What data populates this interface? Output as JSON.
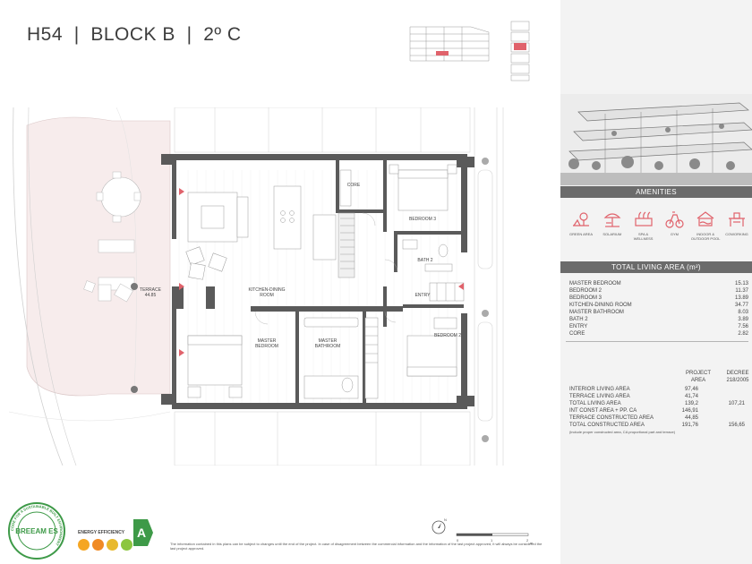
{
  "header": {
    "unit": "H54",
    "block": "BLOCK B",
    "floor": "2º C",
    "separator": "|"
  },
  "plan": {
    "rooms": {
      "core": "CORE",
      "bedroom3": "BEDROOM 3",
      "bath2": "BATH 2",
      "kitchen_dining_line1": "KITCHEN-DINING",
      "kitchen_dining_line2": "ROOM",
      "entry": "ENTRY",
      "terrace": "TERRACE",
      "terrace_area": "44.85",
      "master_bedroom_line1": "MASTER",
      "master_bedroom_line2": "BEDROOM",
      "master_bathroom_line1": "MASTER",
      "master_bathroom_line2": "BATHROOM",
      "bedroom2": "BEDROOM 2"
    }
  },
  "sidebar": {
    "amenities_title": "AMENITIES",
    "amenities": [
      {
        "label": "GREEN AREA",
        "icon": "green-area-icon"
      },
      {
        "label": "SOLARIUM",
        "icon": "solarium-icon"
      },
      {
        "label": "SPA & WELLNESS",
        "icon": "spa-icon"
      },
      {
        "label": "GYM",
        "icon": "gym-icon"
      },
      {
        "label": "INDOOR & OUTDOOR POOL",
        "icon": "pool-icon"
      },
      {
        "label": "COWORKING",
        "icon": "coworking-icon"
      }
    ],
    "living_area_title": "TOTAL LIVING AREA (m²)",
    "living_areas": [
      {
        "label": "MASTER BEDROOM",
        "value": "15.13"
      },
      {
        "label": "BEDROOM 2",
        "value": "11.37"
      },
      {
        "label": "BEDROOM 3",
        "value": "13.89"
      },
      {
        "label": "KITCHEN-DINING ROOM",
        "value": "34.77"
      },
      {
        "label": "MASTER BATHROOM",
        "value": "8.03"
      },
      {
        "label": "BATH 2",
        "value": "3.89"
      },
      {
        "label": "ENTRY",
        "value": "7.56"
      },
      {
        "label": "CORE",
        "value": "2.82"
      }
    ],
    "project_area_head": [
      "PROJECT",
      "AREA"
    ],
    "decree_head": [
      "DECREE",
      "218/2005"
    ],
    "constructed": [
      {
        "label": "INTERIOR LIVING AREA",
        "project": "97,46",
        "decree": ""
      },
      {
        "label": "TERRACE LIVING AREA",
        "project": "41,74",
        "decree": ""
      },
      {
        "label": "TOTAL LIVING AREA",
        "project": "139,2",
        "decree": "107,21"
      },
      {
        "label": "INT CONST AREA + PP. CA",
        "project": "146,91",
        "decree": ""
      },
      {
        "label": "TERRACE CONSTRUCTED AREA",
        "project": "44,85",
        "decree": ""
      },
      {
        "label": "TOTAL CONSTRUCTED AREA",
        "project": "191,76",
        "decree": "156,65"
      }
    ],
    "constructed_note": "(include proper constructed area, CA proportional part and terrace)"
  },
  "footer": {
    "breeam_text": "BREEAM ES",
    "breeam_ring": "CODE FOR A SUSTAINABLE BUILT ENVIRONMENT",
    "energy_label": "ENERGY EFFICIENCY",
    "energy_class": "A",
    "compass_label": "N",
    "scale_labels": [
      "0",
      "1",
      "2"
    ],
    "scale_unit": "m",
    "disclaimer": "The information contained in this plans can be subject to changes until the end of the project. In case of disagreement between the commercial information and the information of the last project approved, it will always be considered the last project approved."
  },
  "colors": {
    "accent": "#e0626b",
    "sidebar_bg": "#f3f3f3",
    "bar_bg": "#6b6b6b",
    "wall": "#5a5a5a",
    "terrace_pink": "#f5e6e6"
  }
}
